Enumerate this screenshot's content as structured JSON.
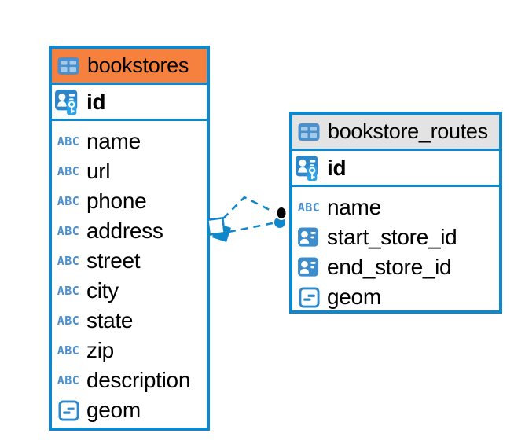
{
  "colors": {
    "accent_blue": "#1187cb",
    "orange_header": "#f6813f",
    "gray_header": "#e3e3e3",
    "icon_blue": "#4a90cf",
    "text": "#000000"
  },
  "icons": {
    "text_type_label": "ABC"
  },
  "tables": [
    {
      "name": "bookstores",
      "header_color": "#f6813f",
      "primary_key": "id",
      "columns": [
        {
          "name": "name",
          "type": "text"
        },
        {
          "name": "url",
          "type": "text"
        },
        {
          "name": "phone",
          "type": "text"
        },
        {
          "name": "address",
          "type": "text"
        },
        {
          "name": "street",
          "type": "text"
        },
        {
          "name": "city",
          "type": "text"
        },
        {
          "name": "state",
          "type": "text"
        },
        {
          "name": "zip",
          "type": "text"
        },
        {
          "name": "description",
          "type": "text"
        },
        {
          "name": "geom",
          "type": "geometry"
        }
      ]
    },
    {
      "name": "bookstore_routes",
      "header_color": "#e3e3e3",
      "primary_key": "id",
      "columns": [
        {
          "name": "name",
          "type": "text"
        },
        {
          "name": "start_store_id",
          "type": "foreign_key"
        },
        {
          "name": "end_store_id",
          "type": "foreign_key"
        },
        {
          "name": "geom",
          "type": "geometry"
        }
      ]
    }
  ],
  "relationship": {
    "from_table": "bookstore_routes",
    "to_table": "bookstores",
    "line_style": "dashed"
  }
}
